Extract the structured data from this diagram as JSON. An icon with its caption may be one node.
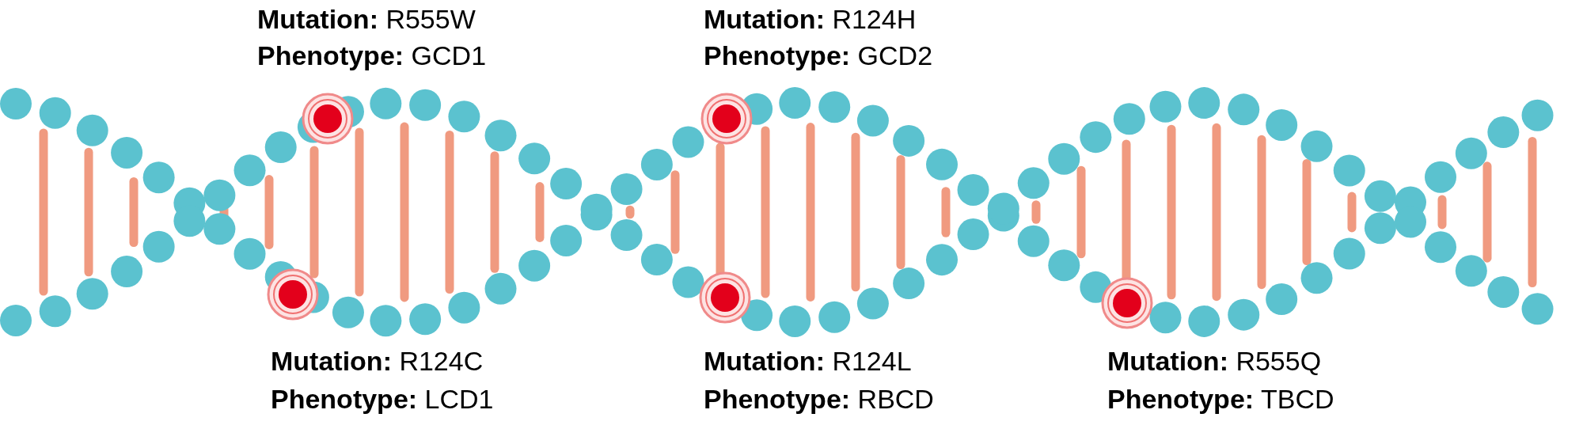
{
  "diagram": {
    "labels": [
      "**Mutation:** R555W",
      "**Phenotype:** GCD1",
      "**Mutation:** R124H",
      "**Phenotype:** GCD2",
      "**Mutation:** R124C",
      "**Phenotype:** LCD1",
      "**Mutation:** R124L",
      "**Phenotype:** RBCD",
      "**Mutation:** R555Q",
      "**Phenotype:** TBCD"
    ]
  }
}
